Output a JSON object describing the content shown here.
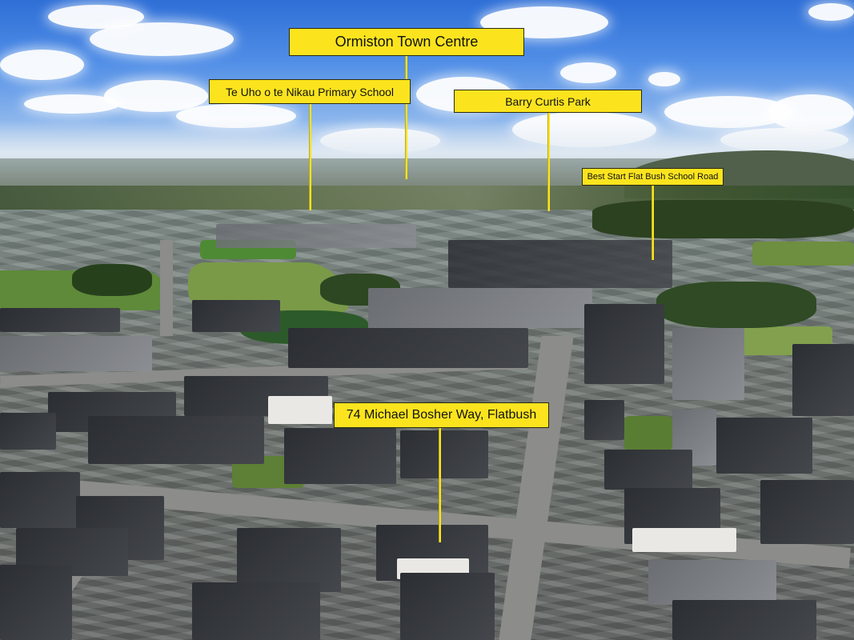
{
  "callouts": {
    "town_centre": "Ormiston Town Centre",
    "primary_school": "Te Uho o te Nikau Primary School",
    "park": "Barry Curtis Park",
    "early_learning": "Best Start Flat Bush School Road",
    "property": "74 Michael Bosher Way, Flatbush"
  },
  "colors": {
    "callout_fill": "#fbe41e",
    "callout_text": "#111111"
  }
}
